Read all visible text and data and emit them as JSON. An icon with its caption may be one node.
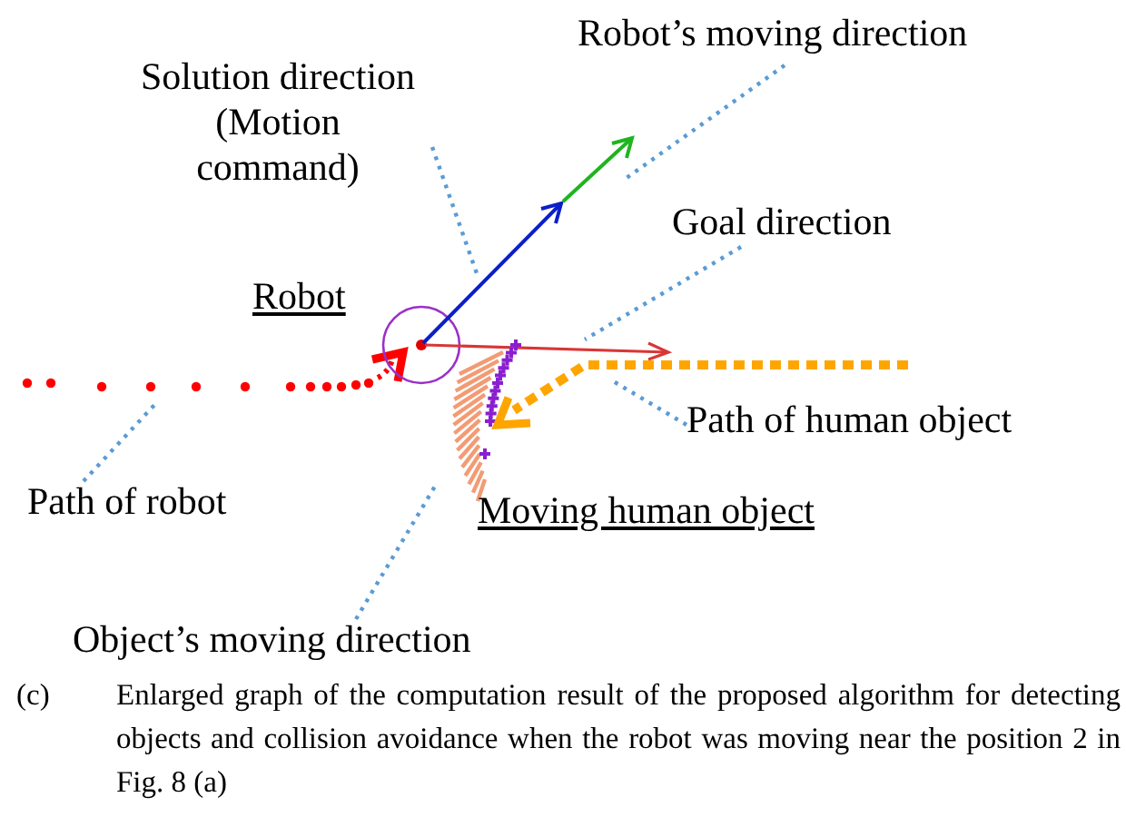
{
  "diagram": {
    "caption": "Enlarged graph of the computation result of the proposed algorithm for detecting objects and collision avoidance when the robot was moving near the position 2 in Fig. 8 (a)",
    "nodes": [
      {
        "text": [
          "Robot’s moving direction"
        ]
      },
      {
        "text": [
          "Solution direction (Motion command)"
        ]
      },
      {
        "text": [
          "Goal direction"
        ]
      },
      {
        "text": [
          "Path of human object"
        ]
      },
      {
        "text": [
          "Path of robot"
        ]
      },
      {
        "text": [
          "Object’s moving direction"
        ]
      }
    ],
    "edges": [
      {
        "from": 0,
        "to": null,
        "arrow": "none",
        "style": "dashed"
      },
      {
        "from": 1,
        "to": null,
        "arrow": "none",
        "style": "dashed"
      },
      {
        "from": 2,
        "to": null,
        "arrow": "none",
        "style": "dashed"
      },
      {
        "from": 3,
        "to": null,
        "arrow": "none",
        "style": "dashed"
      },
      {
        "from": 4,
        "to": null,
        "arrow": "none",
        "style": "dashed"
      },
      {
        "from": 5,
        "to": null,
        "arrow": "none",
        "style": "dashed"
      }
    ],
    "labels": [
      "Robot",
      "Moving human object",
      "(c)"
    ]
  }
}
